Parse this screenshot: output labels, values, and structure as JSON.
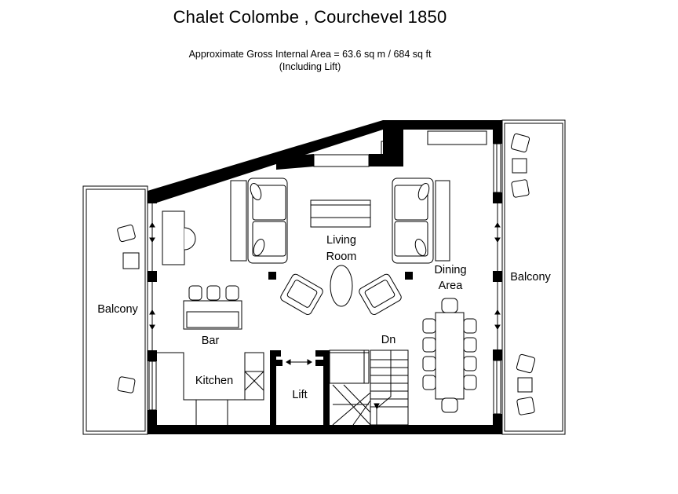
{
  "header": {
    "title": "Chalet Colombe , Courchevel 1850",
    "area_line": "Approximate Gross Internal Area = 63.6 sq m / 684 sq ft",
    "area_note": "(Including Lift)"
  },
  "rooms": {
    "living_line1": "Living",
    "living_line2": "Room",
    "dining_line1": "Dining",
    "dining_line2": "Area",
    "balcony_left": "Balcony",
    "balcony_right": "Balcony",
    "bar": "Bar",
    "kitchen": "Kitchen",
    "lift": "Lift",
    "stairs_down": "Dn"
  },
  "style": {
    "wall_color": "#000000",
    "line_color": "#000000",
    "background": "#ffffff"
  }
}
